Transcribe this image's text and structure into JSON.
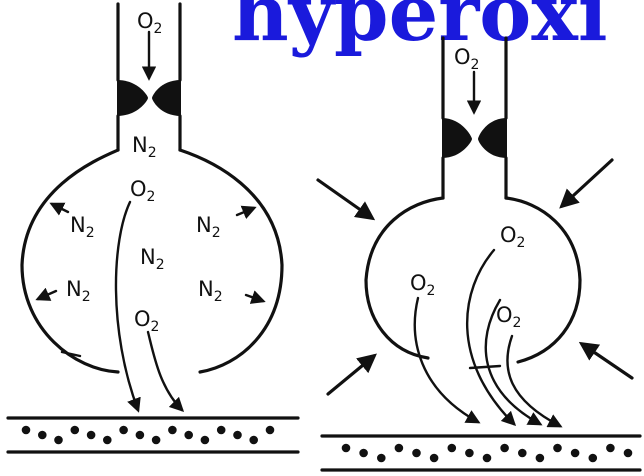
{
  "title_fragment": "hyperoxi",
  "left_panel": {
    "top_gas": "O",
    "top_gas_sub": "2",
    "neck_gas": "N",
    "neck_gas_sub": "2",
    "inner_labels": [
      {
        "base": "O",
        "sub": "2"
      },
      {
        "base": "N",
        "sub": "2"
      },
      {
        "base": "N",
        "sub": "2"
      },
      {
        "base": "N",
        "sub": "2"
      },
      {
        "base": "N",
        "sub": "2"
      },
      {
        "base": "N",
        "sub": "2"
      },
      {
        "base": "O",
        "sub": "2"
      }
    ]
  },
  "right_panel": {
    "top_gas": "O",
    "top_gas_sub": "2",
    "inner_labels": [
      {
        "base": "O",
        "sub": "2"
      },
      {
        "base": "O",
        "sub": "2"
      },
      {
        "base": "O",
        "sub": "2"
      }
    ]
  },
  "colors": {
    "title": "#1a1adc",
    "ink": "#111111",
    "background": "#ffffff"
  }
}
